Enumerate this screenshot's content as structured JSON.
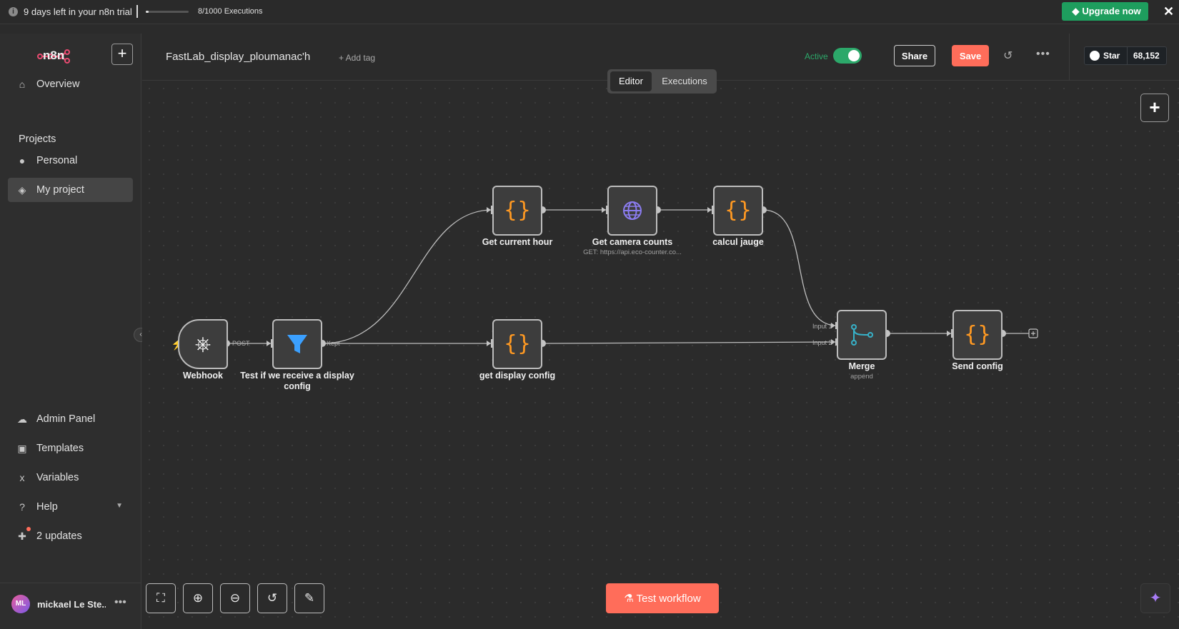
{
  "banner": {
    "trial_text": "9 days left in your n8n trial",
    "executions_text": "8/1000 Executions",
    "executions_used": 8,
    "executions_limit": 1000,
    "upgrade_label": "Upgrade now",
    "close_icon": "close-icon"
  },
  "sidebar": {
    "brand": "n8n",
    "new_label": "+",
    "items_top": [
      {
        "label": "Overview",
        "icon": "home-icon"
      }
    ],
    "projects_title": "Projects",
    "projects": [
      {
        "label": "Personal",
        "icon": "user-icon"
      },
      {
        "label": "My project",
        "icon": "layers-icon",
        "active": true
      }
    ],
    "items_bottom": [
      {
        "label": "Admin Panel",
        "icon": "cloud-icon"
      },
      {
        "label": "Templates",
        "icon": "box-icon"
      },
      {
        "label": "Variables",
        "icon": "variable-icon"
      },
      {
        "label": "Help",
        "icon": "help-icon"
      },
      {
        "label": "2 updates",
        "icon": "gift-icon"
      }
    ],
    "user": {
      "initials": "ML",
      "name": "mickael Le Ste..."
    }
  },
  "header": {
    "workflow_name": "FastLab_display_ploumanac'h",
    "add_tag": "+ Add tag",
    "active_label": "Active",
    "active": true,
    "share_label": "Share",
    "save_label": "Save",
    "github_star_label": "Star",
    "github_count": "68,152"
  },
  "mode_tabs": [
    {
      "label": "Editor",
      "selected": true
    },
    {
      "label": "Executions",
      "selected": false
    }
  ],
  "workflow": {
    "nodes": [
      {
        "id": "webhook",
        "label": "Webhook",
        "subtitle": "",
        "icon": "webhook-icon",
        "color": "#ffffff"
      },
      {
        "id": "filter",
        "label": "Test if we receive a display config",
        "subtitle": "",
        "icon": "filter-icon",
        "color": "#3ba0ff"
      },
      {
        "id": "hour",
        "label": "Get current hour",
        "subtitle": "",
        "icon": "code-icon",
        "color": "#ff9922"
      },
      {
        "id": "camera",
        "label": "Get camera counts",
        "subtitle": "GET: https://api.eco-counter.co...",
        "icon": "globe-icon",
        "color": "#8b7cf0"
      },
      {
        "id": "jauge",
        "label": "calcul jauge",
        "subtitle": "",
        "icon": "code-icon",
        "color": "#ff9922"
      },
      {
        "id": "display",
        "label": "get display config",
        "subtitle": "",
        "icon": "code-icon",
        "color": "#ff9922"
      },
      {
        "id": "merge",
        "label": "Merge",
        "subtitle": "append",
        "icon": "merge-icon",
        "color": "#37b1c8"
      },
      {
        "id": "send",
        "label": "Send config",
        "subtitle": "",
        "icon": "code-icon",
        "color": "#ff9922"
      }
    ],
    "connection_labels": {
      "webhook_out": "POST",
      "filter_out": "Kept",
      "merge_in1": "Input 1",
      "merge_in2": "Input 2"
    }
  },
  "canvas_controls": {
    "test_label": "Test workflow"
  }
}
